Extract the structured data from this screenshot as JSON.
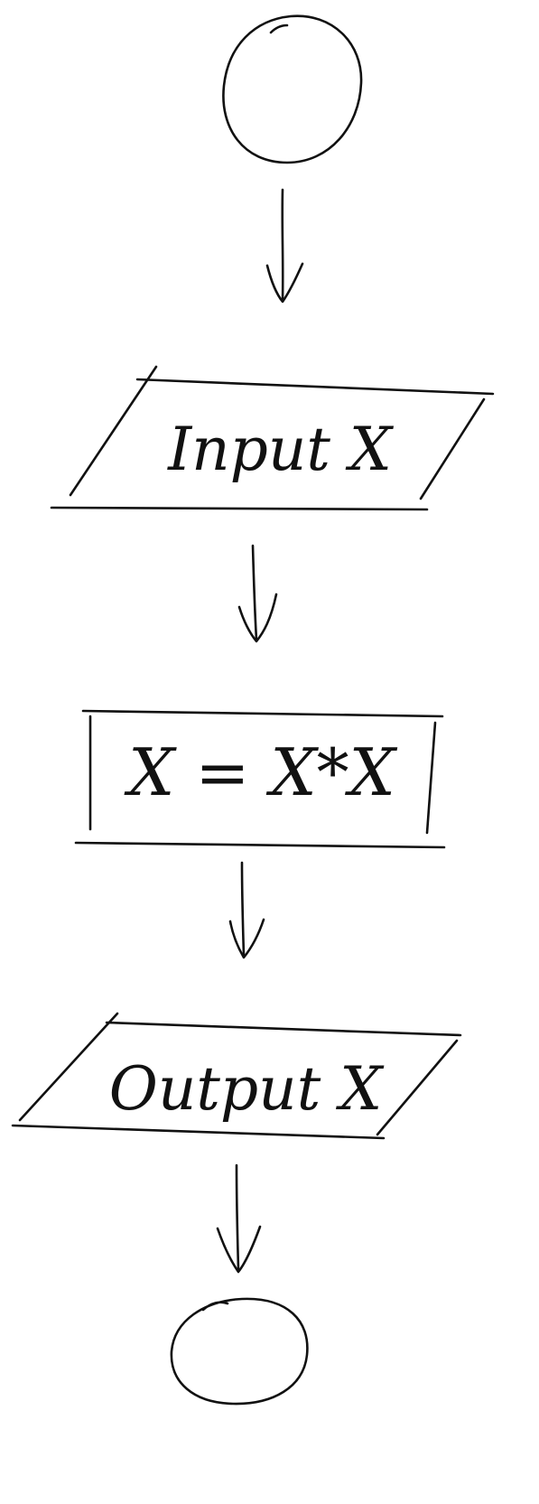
{
  "flowchart": {
    "input": {
      "text": "Input X"
    },
    "process": {
      "text": "X = X*X"
    },
    "output": {
      "text": "Output X"
    }
  },
  "colors": {
    "ink": "#111111",
    "paper": "#ffffff"
  }
}
